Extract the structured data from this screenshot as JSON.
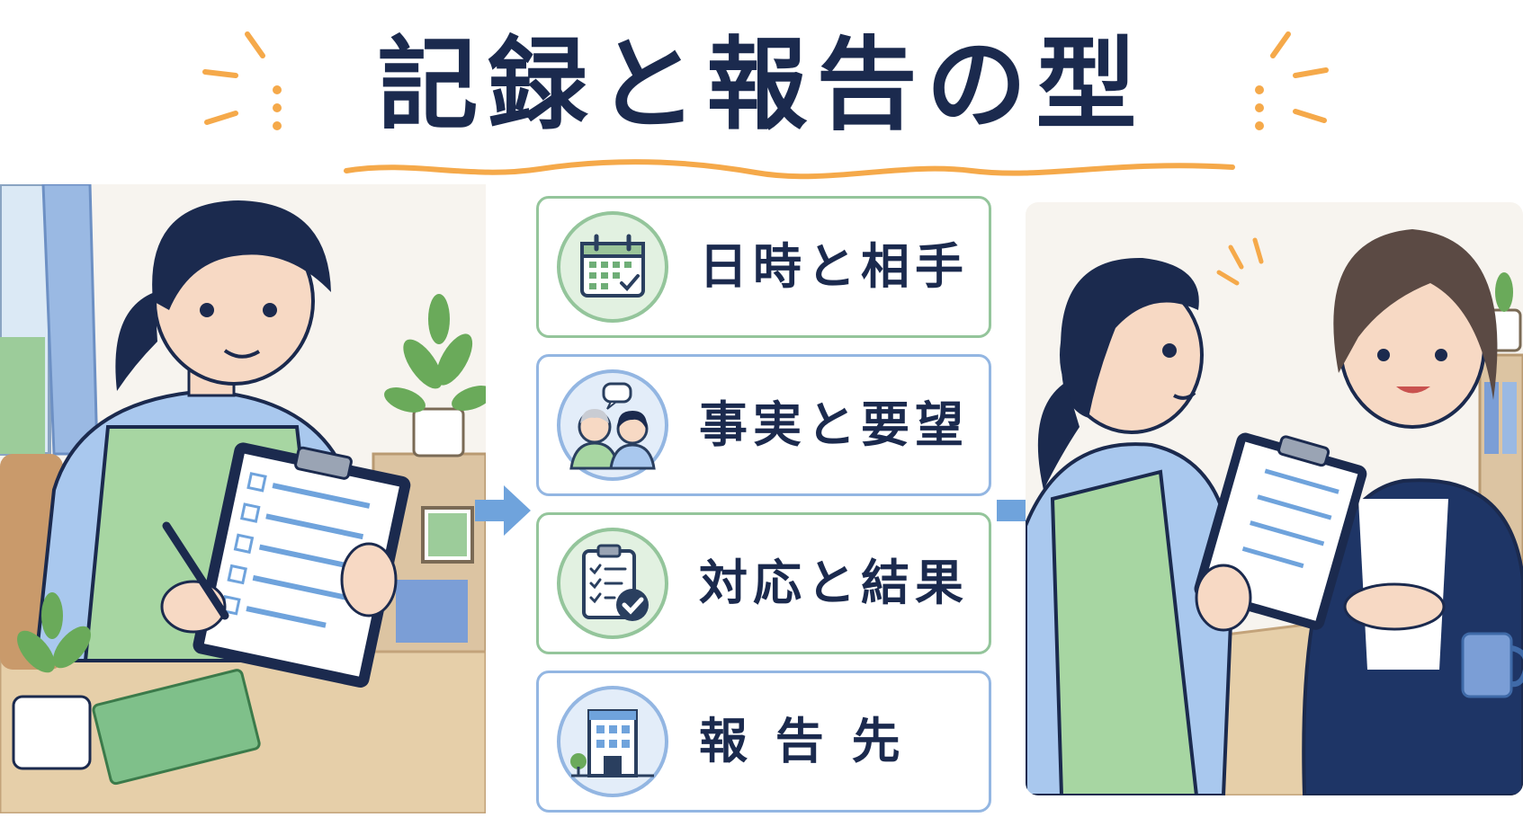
{
  "title": "記録と報告の型",
  "steps": [
    {
      "label": "日時と相手",
      "icon": "calendar-icon"
    },
    {
      "label": "事実と要望",
      "icon": "people-speech-icon"
    },
    {
      "label": "対応と結果",
      "icon": "clipboard-check-icon"
    },
    {
      "label": "報 告 先",
      "icon": "office-building-icon"
    }
  ],
  "colors": {
    "title": "#1b2a4e",
    "accent_orange": "#f5a94a",
    "green_border": "#94c59b",
    "blue_border": "#93b6e2",
    "arrow": "#6fa3dc"
  }
}
